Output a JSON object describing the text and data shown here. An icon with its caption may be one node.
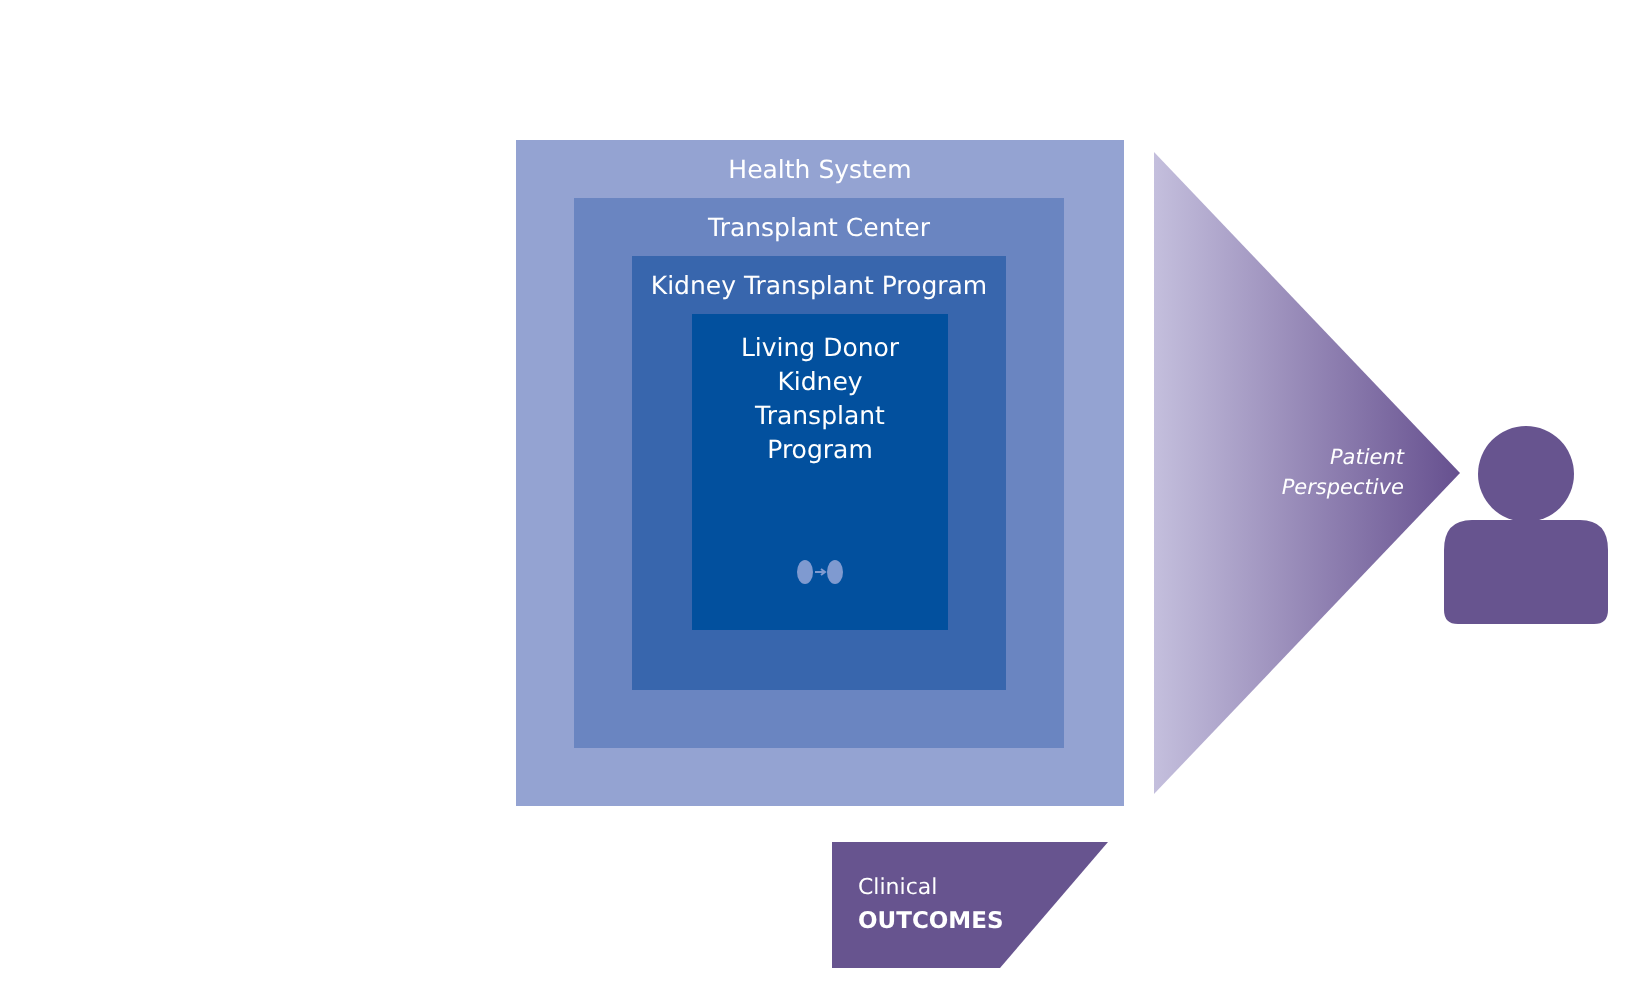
{
  "diagram": {
    "nodes": [
      {
        "text": [
          "Health System"
        ]
      },
      {
        "text": [
          "Transplant Center"
        ],
        "in": 0
      },
      {
        "text": [
          "Kidney Transplant Program"
        ],
        "in": 1
      },
      {
        "text": [
          "Living Donor Kidney Transplant Program"
        ],
        "in": 2
      },
      {
        "text": [
          "Patient Perspective"
        ]
      },
      {
        "text": [],
        "shape": "person"
      },
      {
        "text": [
          "Clinical",
          "OUTCOMES"
        ]
      }
    ]
  }
}
